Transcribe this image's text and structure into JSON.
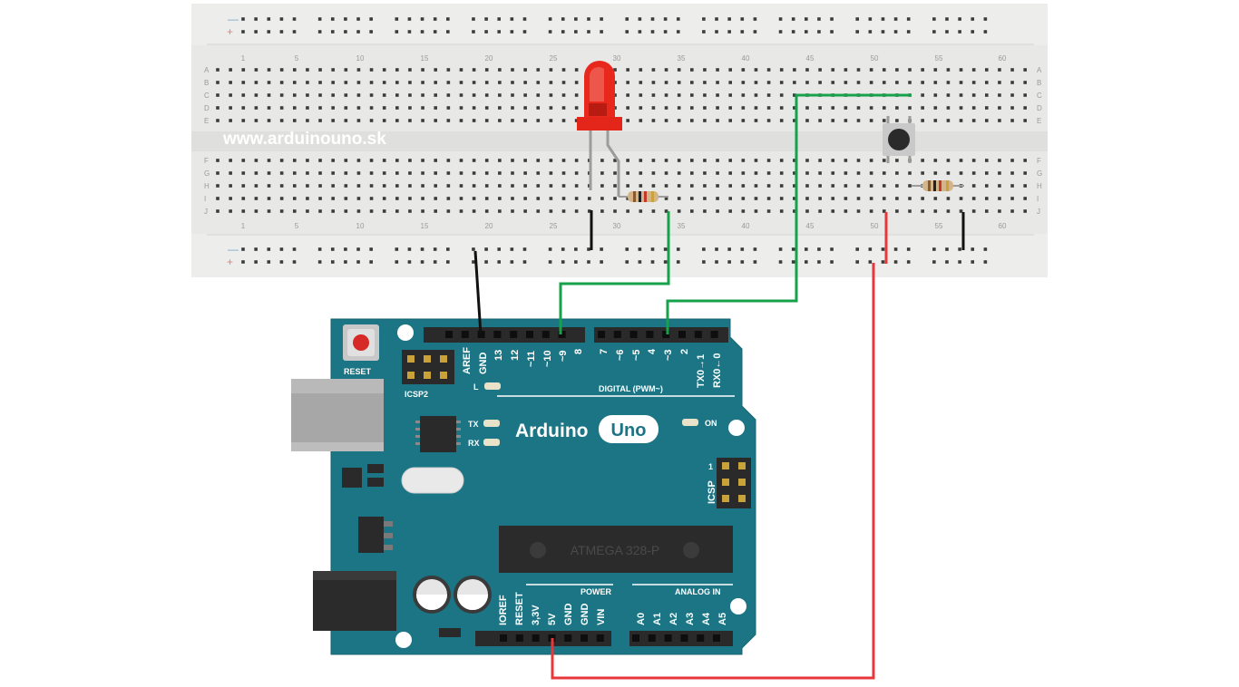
{
  "watermark": "www.arduinouno.sk",
  "breadboard": {
    "rail_minus": "—",
    "rail_plus": "+",
    "rows_top": [
      "A",
      "B",
      "C",
      "D",
      "E"
    ],
    "rows_bottom": [
      "F",
      "G",
      "H",
      "I",
      "J"
    ],
    "column_numbers": [
      "1",
      "5",
      "10",
      "15",
      "20",
      "25",
      "30",
      "35",
      "40",
      "45",
      "50",
      "55",
      "60"
    ]
  },
  "board": {
    "reset_label": "RESET",
    "icsp2_label": "ICSP2",
    "icsp_label": "ICSP",
    "icsp_pin1": "1",
    "l_label": "L",
    "tx_label": "TX",
    "rx_label": "RX",
    "on_label": "ON",
    "digital_label": "DIGITAL (PWM~)",
    "brand": "Arduino",
    "model": "Uno",
    "chip": "ATMEGA 328-P",
    "power_label": "POWER",
    "analog_label": "ANALOG IN",
    "top_pins_left": [
      "AREF",
      "GND",
      "13",
      "12",
      "~11",
      "~10",
      "~9",
      "8"
    ],
    "top_pins_right": [
      "7",
      "~6",
      "~5",
      "4",
      "~3",
      "2",
      "TX0→1",
      "RX0←0"
    ],
    "bottom_pins_power": [
      "IOREF",
      "RESET",
      "3,3V",
      "5V",
      "GND",
      "GND",
      "VIN"
    ],
    "bottom_pins_analog": [
      "A0",
      "A1",
      "A2",
      "A3",
      "A4",
      "A5"
    ]
  },
  "colors": {
    "board": "#1b7585",
    "wire_green": "#16a24a",
    "wire_red": "#e8373a",
    "wire_black": "#111111",
    "led": "#e8281d",
    "breadboard": "#e7e7e5"
  }
}
